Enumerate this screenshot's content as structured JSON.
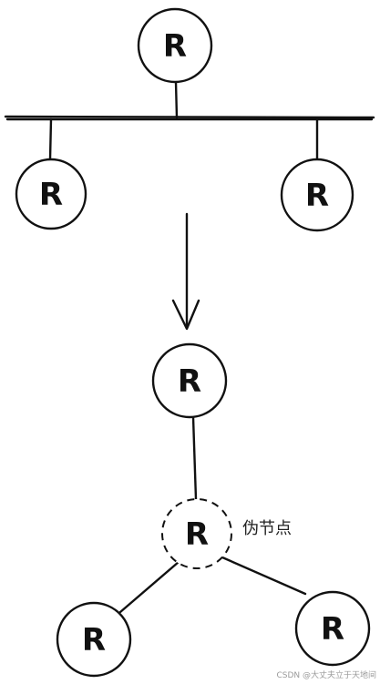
{
  "diagram": {
    "node_label": "R",
    "pseudo_node_label": "伪节点",
    "watermark": "CSDN @大丈夫立于天地间"
  }
}
